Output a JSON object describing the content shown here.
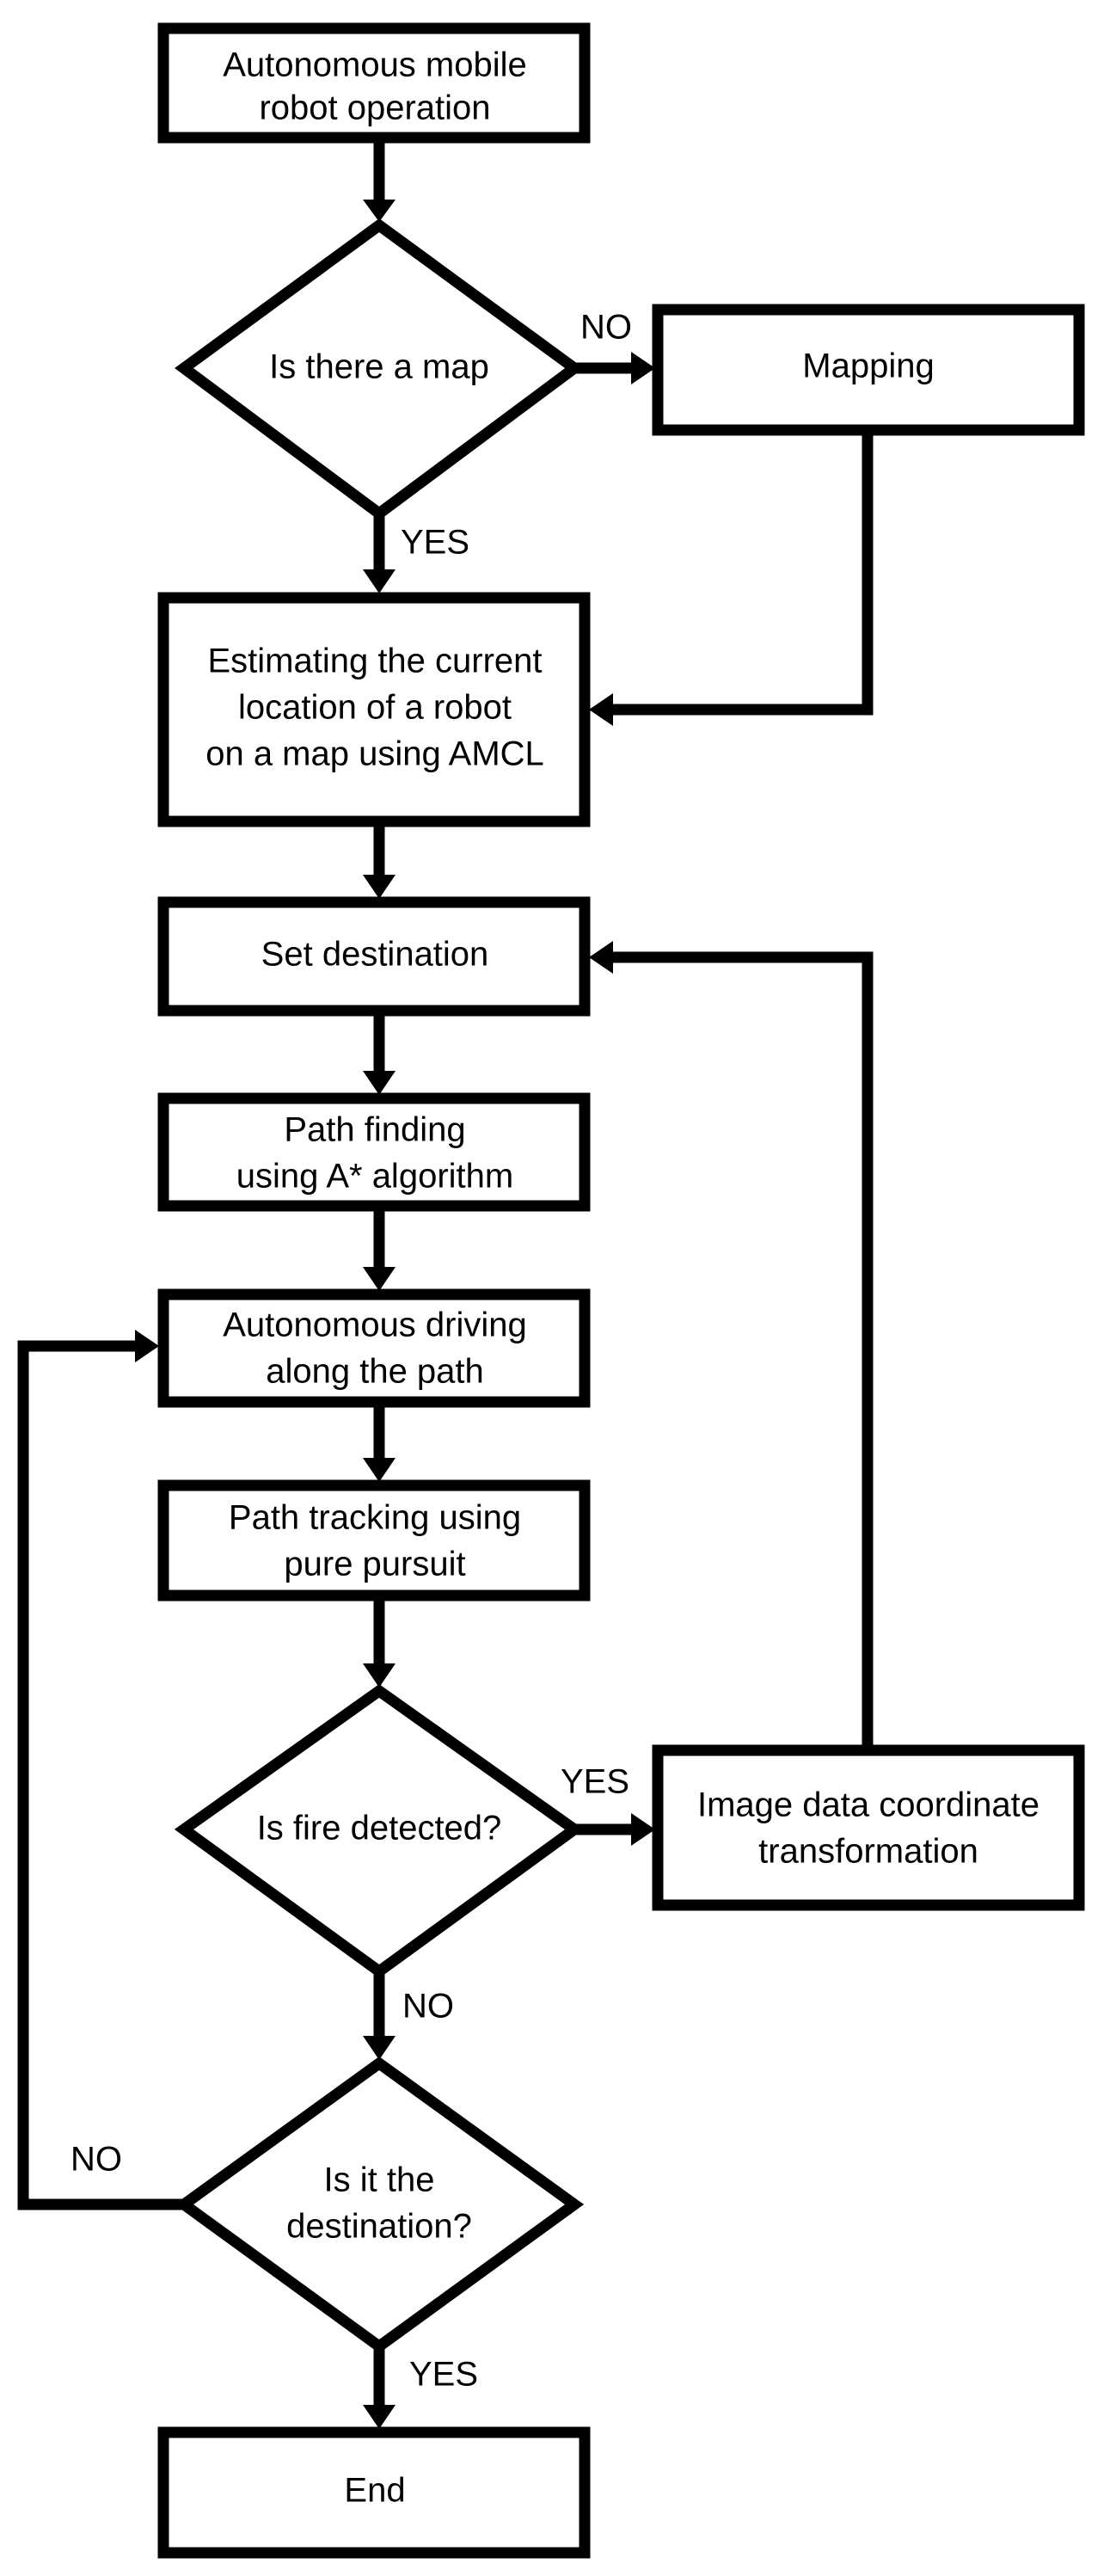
{
  "diagram": {
    "nodes": {
      "start": {
        "lines": [
          "Autonomous mobile",
          "robot operation"
        ]
      },
      "map_check": {
        "lines": [
          "Is there a map"
        ]
      },
      "mapping": {
        "lines": [
          "Mapping"
        ]
      },
      "amcl": {
        "lines": [
          "Estimating the current",
          "location of a robot",
          "on a map using AMCL"
        ]
      },
      "set_destination": {
        "lines": [
          "Set destination"
        ]
      },
      "path_finding": {
        "lines": [
          "Path finding",
          "using A* algorithm"
        ]
      },
      "autonomous_driving": {
        "lines": [
          "Autonomous driving",
          "along the path"
        ]
      },
      "path_tracking": {
        "lines": [
          "Path tracking using",
          "pure pursuit"
        ]
      },
      "fire_check": {
        "lines": [
          "Is fire detected?"
        ]
      },
      "image_transform": {
        "lines": [
          "Image data coordinate",
          "transformation"
        ]
      },
      "destination_check": {
        "lines": [
          "Is it the",
          "destination?"
        ]
      },
      "end": {
        "lines": [
          "End"
        ]
      }
    },
    "edge_labels": {
      "map_no": "NO",
      "map_yes": "YES",
      "fire_yes": "YES",
      "fire_no": "NO",
      "dest_no": "NO",
      "dest_yes": "YES"
    }
  }
}
